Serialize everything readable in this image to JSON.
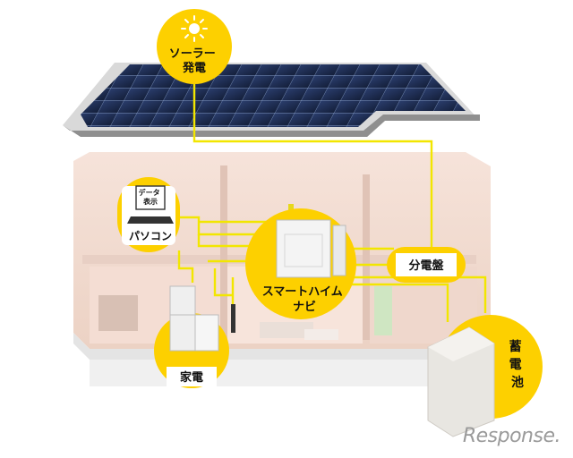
{
  "nodes": {
    "solar": "ソーラー\n発電",
    "pc": "パソコン",
    "pc_screen": "データ\n表示",
    "hub": "スマートハイム\nナビ",
    "panel": "分電盤",
    "appliances": "家電",
    "battery": "蓄\n電\n池"
  },
  "colors": {
    "accent": "#FDD000",
    "wire": "#F2E600",
    "roof": "#1b2a4c",
    "wall": "#f1d8cc"
  },
  "logo": "Response."
}
